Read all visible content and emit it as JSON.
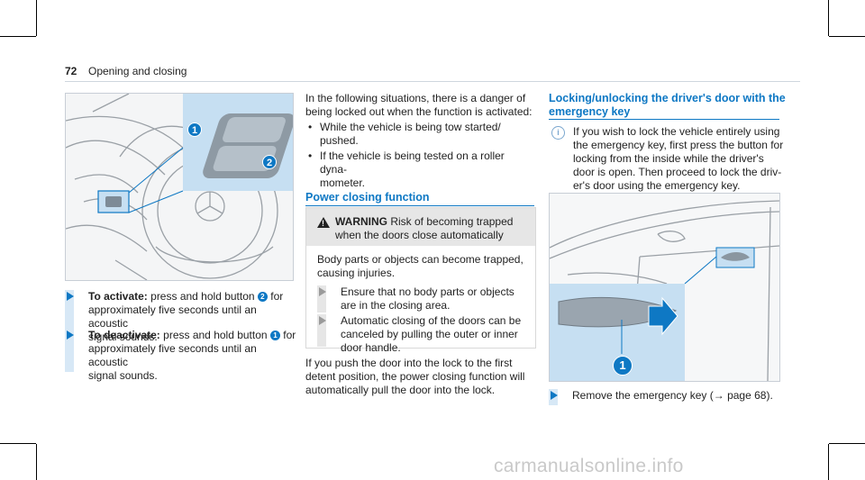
{
  "header": {
    "page_number": "72",
    "section_title": "Opening and closing"
  },
  "left_column": {
    "figure_callouts": [
      "1",
      "2"
    ],
    "steps": [
      {
        "label": "To activate:",
        "text_before": "press and hold button",
        "button": "2",
        "text_after": "for",
        "lines": [
          "approximately five seconds until an acoustic",
          "signal sounds."
        ]
      },
      {
        "label": "To deactivate:",
        "text_before": "press and hold button",
        "button": "1",
        "text_after": "for",
        "lines": [
          "approximately five seconds until an acoustic",
          "signal sounds."
        ]
      }
    ]
  },
  "middle_column": {
    "intro": [
      "In the following situations, there is a danger of",
      "being locked out when the function is activated:"
    ],
    "bullets": [
      [
        "While the vehicle is being tow started/",
        "pushed."
      ],
      [
        "If the vehicle is being tested on a roller dyna-",
        "mometer."
      ]
    ],
    "section_title": "Power closing function",
    "warning": {
      "label": "WARNING",
      "head_lines": [
        "Risk of becoming trapped",
        "when the doors close automatically"
      ],
      "body_lines": [
        "Body parts or objects can become trapped,",
        "causing injuries."
      ],
      "steps": [
        [
          "Ensure that no body parts or objects",
          "are in the closing area."
        ],
        [
          "Automatic closing of the doors can be",
          "canceled by pulling the outer or inner",
          "door handle."
        ]
      ]
    },
    "outro": [
      "If you push the door into the lock to the first",
      "detent position, the power closing function will",
      "automatically pull the door into the lock."
    ]
  },
  "right_column": {
    "section_title_lines": [
      "Locking/unlocking the driver's door with the",
      "emergency key"
    ],
    "note_lines": [
      "If you wish to lock the vehicle entirely using",
      "the emergency key, first press the button for",
      "locking from the inside while the driver's",
      "door is open. Then proceed to lock the driv-",
      "er's door using the emergency key."
    ],
    "figure_callouts": [
      "1"
    ],
    "step": "Remove the emergency key (→ page 68)."
  },
  "watermark": "carmanualsonline.info",
  "colors": {
    "accent": "#0e78c4",
    "highlight": "#c6dff2",
    "step_bar": "#d7e8f6"
  }
}
